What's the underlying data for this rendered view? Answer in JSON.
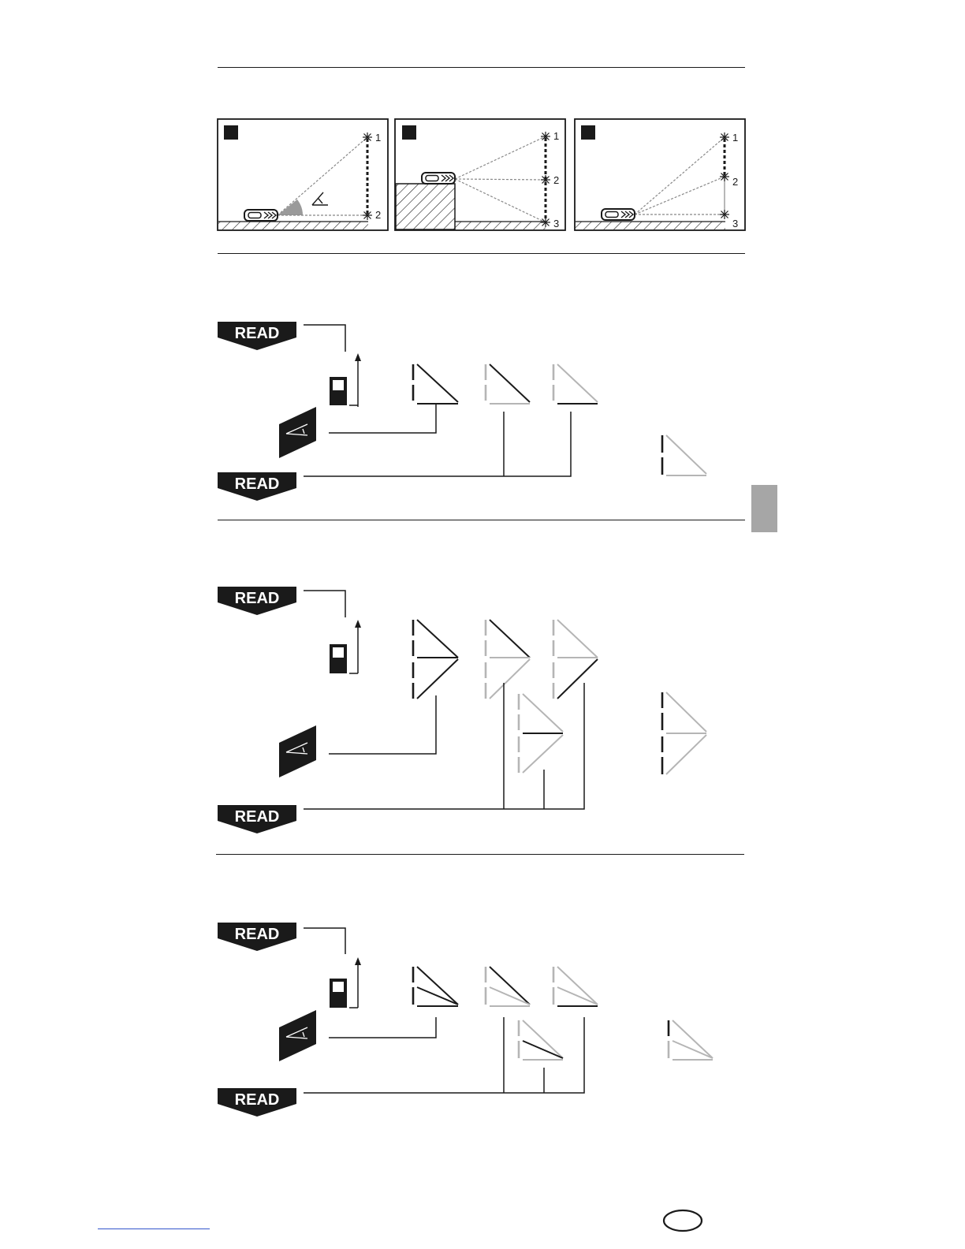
{
  "figures": {
    "panel_a": {
      "points": [
        "1",
        "2"
      ]
    },
    "panel_b": {
      "points": [
        "1",
        "2",
        "3"
      ]
    },
    "panel_c": {
      "points": [
        "1",
        "2",
        "3"
      ]
    }
  },
  "buttons": {
    "read_label": "READ"
  },
  "icons": [
    "read-button-icon",
    "device-icon",
    "angle-function-icon",
    "triangle-display-icon"
  ],
  "colors": {
    "ink": "#1a1a1a",
    "grey_segment": "#b5b5b5",
    "angle_fill": "#9a9a9a",
    "side_tab": "#a6a6a6"
  }
}
